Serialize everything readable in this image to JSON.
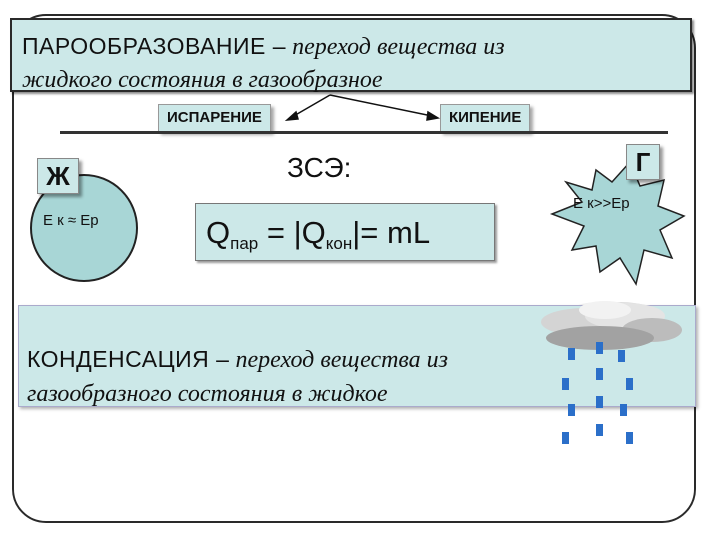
{
  "title_block": {
    "term": "ПАРООБРАЗОВАНИЕ –",
    "definition_part1": " переход вещества из",
    "definition_part2": "жидкого состояния в газообразное"
  },
  "types": [
    "ИСПАРЕНИЕ",
    "КИПЕНИЕ"
  ],
  "law": "ЗСЭ:",
  "formula": {
    "q": "Q",
    "sub_par": "пар",
    "mid": " = |Q",
    "sub_kon": "кон",
    "end": "|= mL"
  },
  "liquid": {
    "letter": "Ж",
    "energy": "Е к ≈ Ер"
  },
  "gas": {
    "letter": "Г",
    "energy": "Е к>>Ер"
  },
  "condensation_block": {
    "term": "КОНДЕНСАЦИЯ –",
    "definition_part1": " переход вещества из",
    "definition_part2": "газообразного  состояния в жидкое"
  },
  "colors": {
    "panel_fill": "#cce8e8",
    "circle_fill": "#a8d6d6",
    "rain": "#2b6fc9"
  },
  "icons": [
    "rain-cloud-icon"
  ]
}
